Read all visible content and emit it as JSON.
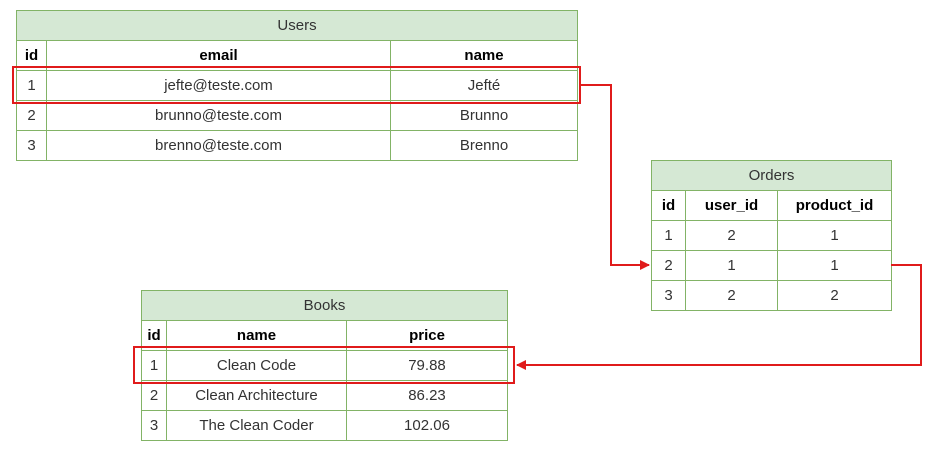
{
  "colors": {
    "header_fill": "#d5e8d4",
    "border": "#82b366",
    "highlight": "#e01b1b"
  },
  "users": {
    "title": "Users",
    "columns": [
      "id",
      "email",
      "name"
    ],
    "rows": [
      [
        "1",
        "jefte@teste.com",
        "Jefté"
      ],
      [
        "2",
        "brunno@teste.com",
        "Brunno"
      ],
      [
        "3",
        "brenno@teste.com",
        "Brenno"
      ]
    ]
  },
  "orders": {
    "title": "Orders",
    "columns": [
      "id",
      "user_id",
      "product_id"
    ],
    "rows": [
      [
        "1",
        "2",
        "1"
      ],
      [
        "2",
        "1",
        "1"
      ],
      [
        "3",
        "2",
        "2"
      ]
    ]
  },
  "books": {
    "title": "Books",
    "columns": [
      "id",
      "name",
      "price"
    ],
    "rows": [
      [
        "1",
        "Clean Code",
        "79.88"
      ],
      [
        "2",
        "Clean Architecture",
        "86.23"
      ],
      [
        "3",
        "The Clean Coder",
        "102.06"
      ]
    ]
  }
}
